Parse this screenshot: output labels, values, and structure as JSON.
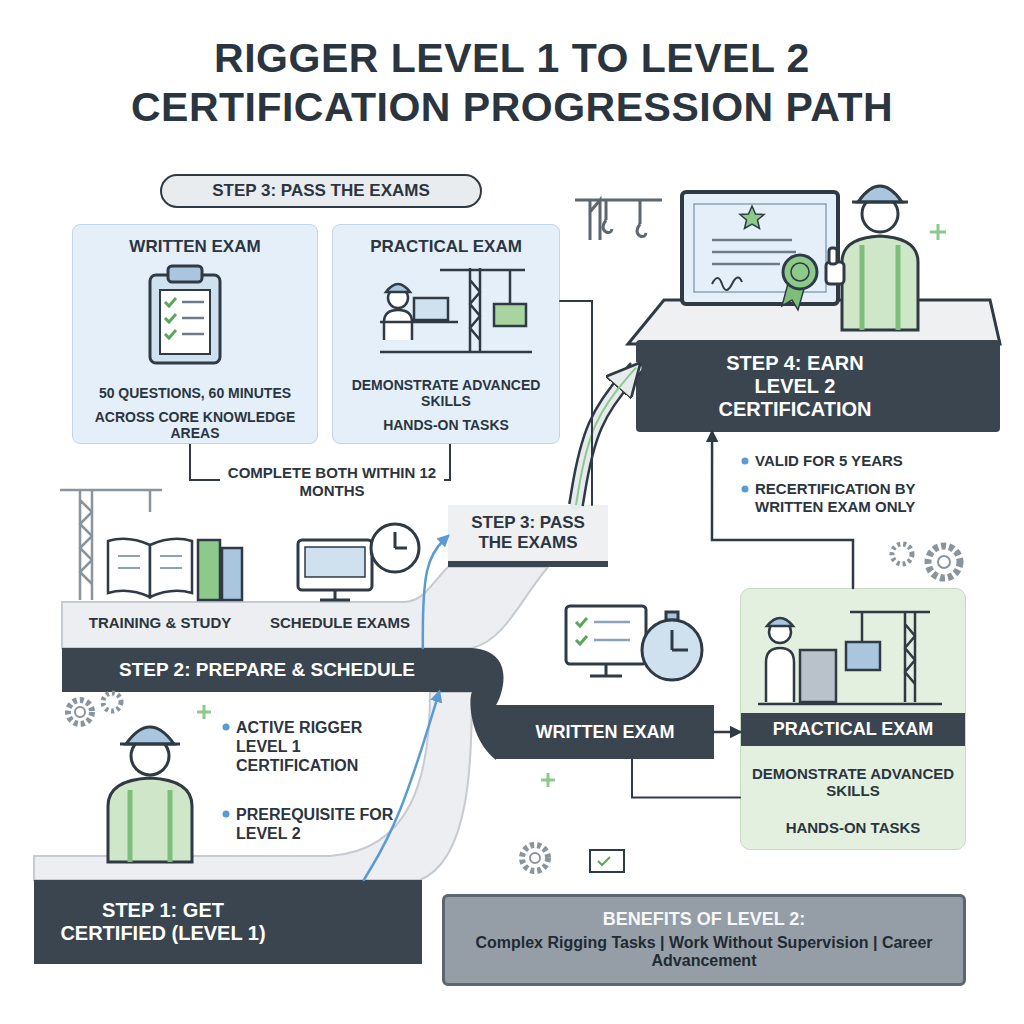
{
  "diagram": {
    "title": "RIGGER LEVEL 1 TO LEVEL 2 CERTIFICATION PROGRESSION PATH",
    "nodes": [
      {
        "text": [
          "STEP 3: PASS THE EXAMS"
        ]
      },
      {
        "text": [
          "WRITTEN EXAM",
          "50 QUESTIONS, 60 MINUTES",
          "ACROSS CORE KNOWLEDGE AREAS"
        ]
      },
      {
        "text": [
          "PRACTICAL EXAM",
          "DEMONSTRATE ADVANCED SKILLS",
          "HANDS-ON TASKS"
        ]
      },
      {
        "text": [
          "STEP 4: EARN LEVEL 2 CERTIFICATION"
        ]
      },
      {
        "text": [
          "STEP 2: PREPARE & SCHEDULE"
        ]
      },
      {
        "text": [
          "STEP 3: PASS THE EXAMS"
        ]
      },
      {
        "text": [
          "WRITTEN EXAM"
        ]
      },
      {
        "text": [
          "PRACTICAL EXAM",
          "DEMONSTRATE ADVANCED SKILLS",
          "HANDS-ON TASKS"
        ]
      },
      {
        "text": [
          "STEP 1: GET CERTIFIED (LEVEL 1)"
        ]
      },
      {
        "text": [
          "BENEFITS OF LEVEL 2:",
          "Complex Rigging Tasks | Work Without Supervision | Career Advancement"
        ]
      }
    ],
    "edges": [
      {
        "from": 8,
        "to": 4,
        "arrow": "to"
      },
      {
        "from": 4,
        "to": 5,
        "arrow": "to"
      },
      {
        "from": 5,
        "to": 3,
        "arrow": "to"
      },
      {
        "from": 6,
        "to": 7,
        "arrow": "to"
      },
      {
        "from": 7,
        "to": 3,
        "arrow": "to"
      },
      {
        "from": 2,
        "to": 5,
        "arrow": "none"
      },
      {
        "from": 7,
        "to": 6,
        "arrow": "none"
      }
    ],
    "labels": [
      "COMPLETE BOTH WITHIN 12 MONTHS",
      "VALID FOR 5 YEARS",
      "RECERTIFICATION BY WRITTEN EXAM ONLY",
      "TRAINING & STUDY",
      "SCHEDULE EXAMS",
      "ACTIVE RIGGER LEVEL 1 CERTIFICATION",
      "PREREQUISITE FOR LEVEL 2"
    ]
  }
}
